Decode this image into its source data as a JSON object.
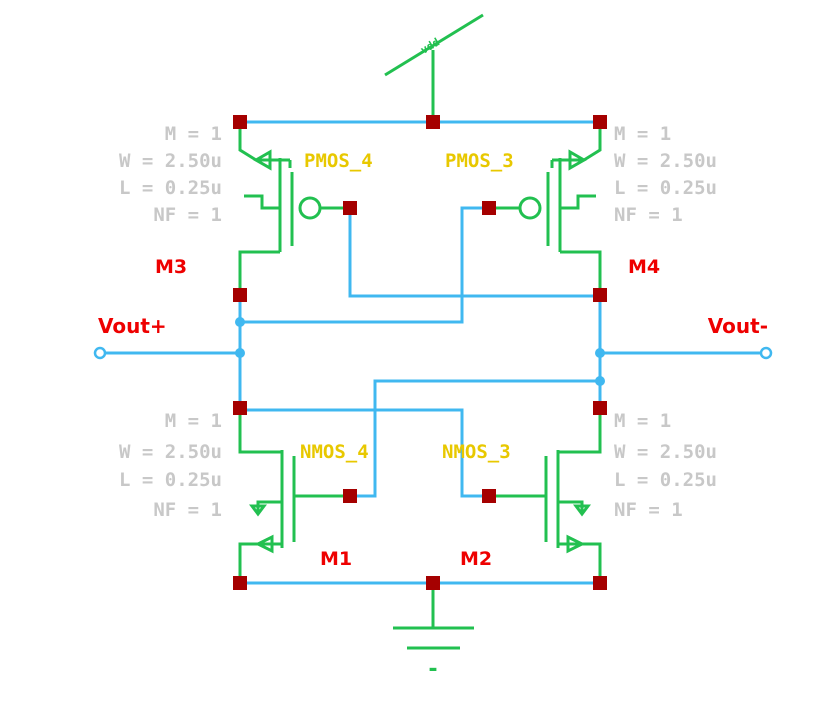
{
  "supply": {
    "label": "vdd"
  },
  "ground": {
    "label": "-"
  },
  "ports": {
    "out_plus": "Vout+",
    "out_minus": "Vout-"
  },
  "devices": {
    "m3": {
      "name": "M3",
      "instance": "PMOS_4",
      "params": [
        "M = 1",
        "W = 2.50u",
        "L = 0.25u",
        "NF = 1"
      ]
    },
    "m4": {
      "name": "M4",
      "instance": "PMOS_3",
      "params": [
        "M = 1",
        "W = 2.50u",
        "L = 0.25u",
        "NF = 1"
      ]
    },
    "m1": {
      "name": "M1",
      "instance": "NMOS_4",
      "params": [
        "M = 1",
        "W = 2.50u",
        "L = 0.25u",
        "NF = 1"
      ]
    },
    "m2": {
      "name": "M2",
      "instance": "NMOS_3",
      "params": [
        "M = 1",
        "W = 2.50u",
        "L = 0.25u",
        "NF = 1"
      ]
    }
  },
  "colors": {
    "wire": "#40b8f0",
    "device": "#22c050",
    "pin": "#a50000",
    "param_text": "#c8c8c8",
    "instance_text": "#e8c800",
    "label_text": "#ee0000"
  }
}
